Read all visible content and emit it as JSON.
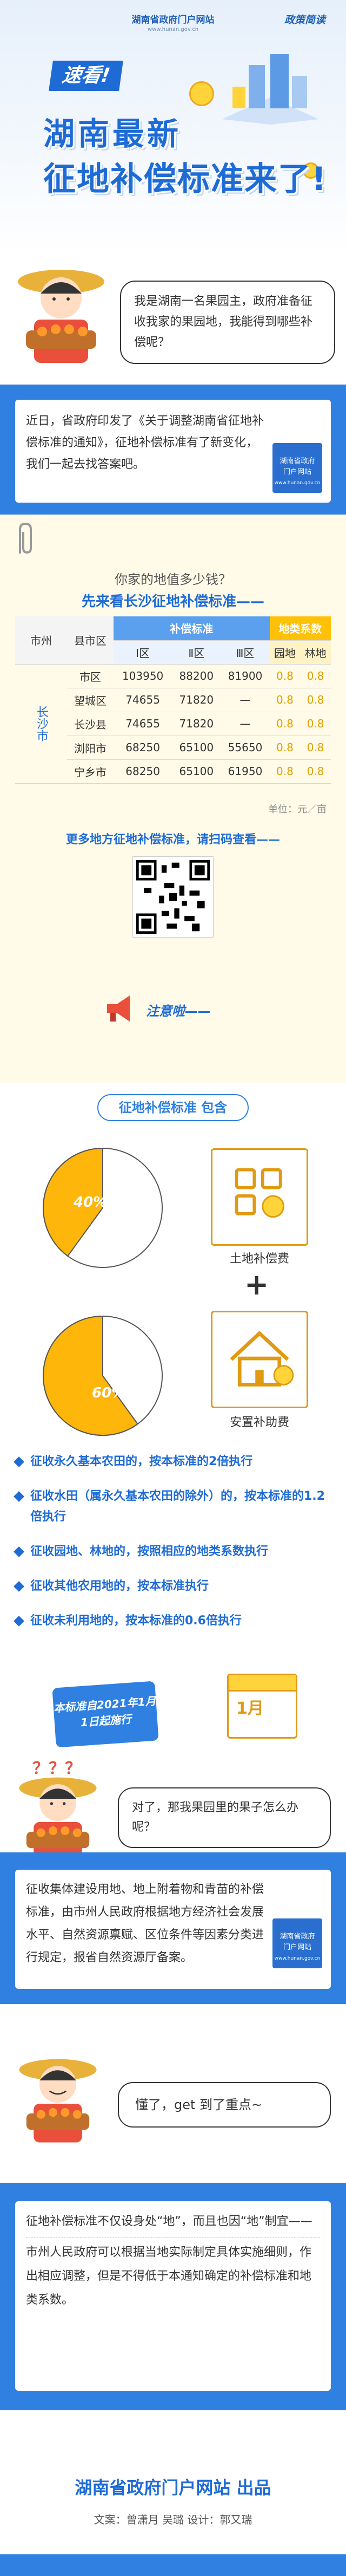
{
  "header": {
    "brand": "湖南省政府门户网站",
    "brand_url": "www.hunan.gov.cn",
    "nav_logo": "政策简读",
    "tag": "速看!",
    "title_line1": "湖南最新",
    "title_line2": "征地补偿标准来了!"
  },
  "intro": {
    "bubble": "我是湖南一名果园主，政府准备征收我家的果园地，我能得到哪些补偿呢？"
  },
  "note1": {
    "text": "近日，省政府印发了《关于调整湖南省征地补偿标准的通知》，征地补偿标准有了新变化，我们一起去找答案吧。",
    "badge_line1": "湖南省政府",
    "badge_line2": "门户网站",
    "badge_url": "www.hunan.gov.cn"
  },
  "table_section": {
    "q1": "你家的地值多少钱？",
    "q2": "先来看长沙征地补偿标准——",
    "col_city": "市州",
    "col_county": "县市区",
    "group_comp": "补偿标准",
    "group_type": "地类系数",
    "col_z1": "Ⅰ区",
    "col_z2": "Ⅱ区",
    "col_z3": "Ⅲ区",
    "col_garden": "园地",
    "col_forest": "林地",
    "city": "长沙市",
    "rows": [
      {
        "county": "市区",
        "z1": "103950",
        "z2": "88200",
        "z3": "81900",
        "garden": "0.8",
        "forest": "0.8"
      },
      {
        "county": "望城区",
        "z1": "74655",
        "z2": "71820",
        "z3": "—",
        "garden": "0.8",
        "forest": "0.8"
      },
      {
        "county": "长沙县",
        "z1": "74655",
        "z2": "71820",
        "z3": "—",
        "garden": "0.8",
        "forest": "0.8"
      },
      {
        "county": "浏阳市",
        "z1": "68250",
        "z2": "65100",
        "z3": "55650",
        "garden": "0.8",
        "forest": "0.8"
      },
      {
        "county": "宁乡市",
        "z1": "68250",
        "z2": "65100",
        "z3": "61950",
        "garden": "0.8",
        "forest": "0.8"
      }
    ],
    "unit": "单位：元／亩",
    "more": "更多地方征地补偿标准，请扫码查看——",
    "notice": "注意啦——"
  },
  "pie_section": {
    "ribbon": "征地补偿标准  包含",
    "pie1_value": "40%",
    "pie1_fraction": 0.4,
    "label1": "土地补偿费",
    "pie2_value": "60%",
    "pie2_fraction": 0.6,
    "label2": "安置补助费",
    "rules": [
      "征收永久基本农田的，按本标准的2倍执行",
      "征收水田（属永久基本农田的除外）的，按本标准的1.2倍执行",
      "征收园地、林地的，按照相应的地类系数执行",
      "征收其他农用地的，按本标准执行",
      "征收未利用地的，按本标准的0.6倍执行"
    ],
    "banner": "本标准自2021年1月1日起施行",
    "calendar_month": "1月",
    "bubble2": "对了，那我果园里的果子怎么办呢？",
    "qmarks": "？？？"
  },
  "note2": {
    "text": "征收集体建设用地、地上附着物和青苗的补偿标准，由市州人民政府根据地方经济社会发展水平、自然资源禀赋、区位条件等因素分类进行规定，报省自然资源厅备案。",
    "badge_line1": "湖南省政府",
    "badge_line2": "门户网站",
    "badge_url": "www.hunan.gov.cn"
  },
  "f3": {
    "bubble3": "懂了，get 到了重点~"
  },
  "note3": {
    "p1": "征地补偿标准不仅设身处“地”，而且也因“地”制宜——",
    "p2": "市州人民政府可以根据当地实际制定具体实施细则，作出相应调整，但是不得低于本通知确定的补偿标准和地类系数。"
  },
  "footer": {
    "title": "湖南省政府门户网站  出品",
    "credit": "文案：曾潇月 吴璐  设计：郭又瑞"
  },
  "colors": {
    "primary": "#2f80e0",
    "gold": "#e09a12",
    "cream": "#fffbe8"
  }
}
